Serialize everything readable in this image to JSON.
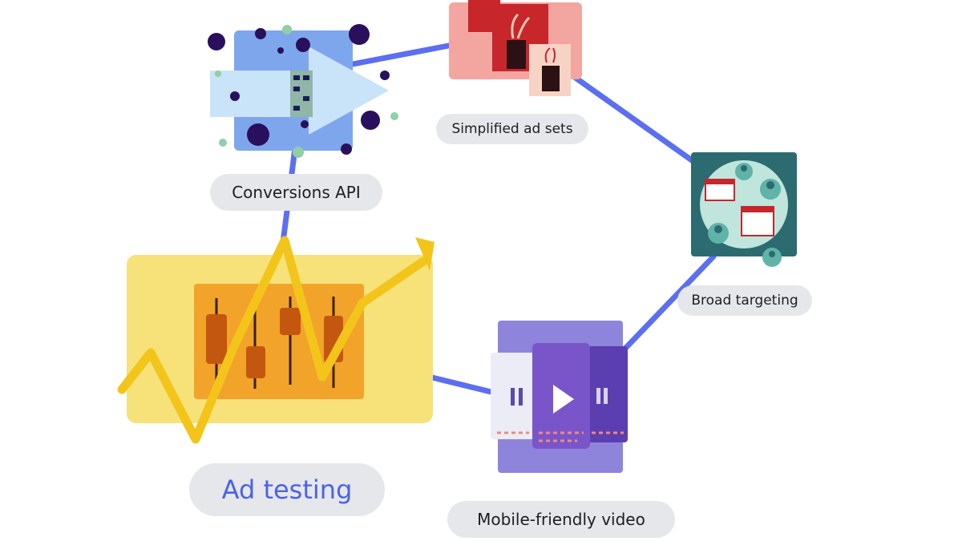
{
  "nodes": {
    "conversions_api": {
      "label": "Conversions API"
    },
    "simplified_ad_sets": {
      "label": "Simplified ad sets"
    },
    "broad_targeting": {
      "label": "Broad targeting"
    },
    "mobile_friendly_video": {
      "label": "Mobile-friendly video"
    },
    "ad_testing": {
      "label": "Ad testing"
    }
  },
  "colors": {
    "connector": "#5b6ff0",
    "conversions_bg": "#7ea6ec",
    "simplified_bg": "#f3a6a0",
    "broad_bg": "#2c6b70",
    "video_bg": "#8e84db",
    "ad_testing_bg": "#f7e27a",
    "ad_testing_label": "#4a63e6",
    "chart_arrow": "#f3c51b",
    "pill_bg": "#e5e7ea"
  },
  "icons": [
    "arrow-icon",
    "document-icon",
    "people-icon",
    "play-icon",
    "pause-icon",
    "candlestick-chart-icon",
    "trend-arrow-icon"
  ]
}
